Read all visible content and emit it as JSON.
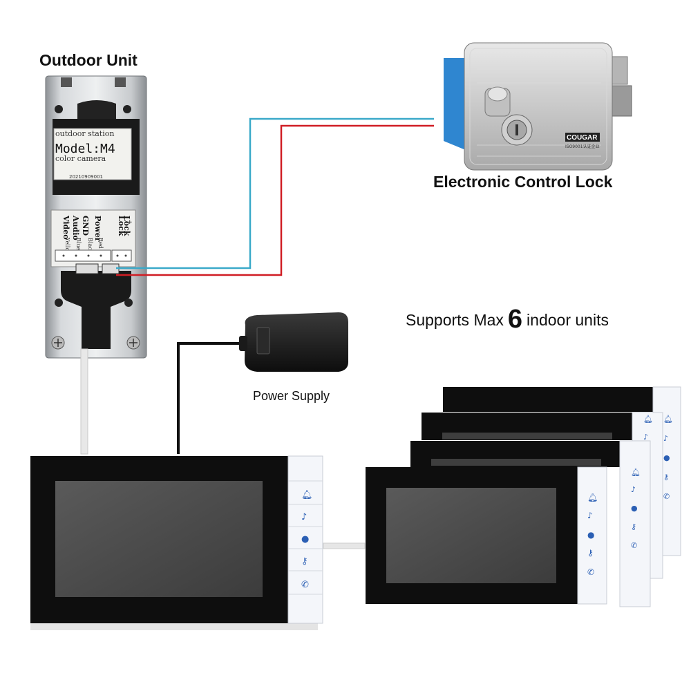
{
  "labels": {
    "outdoor_unit": "Outdoor Unit",
    "lock": "Electronic Control Lock",
    "power_supply": "Power Supply",
    "supports_prefix": "Supports Max",
    "supports_count": "6",
    "supports_suffix": "indoor units"
  },
  "outdoor_panel": {
    "sticker_top": "outdoor station",
    "model": "Model:M4",
    "camera": "color camera",
    "serial": "20210909001",
    "terminals": [
      "Video",
      "Audio",
      "GND",
      "Power",
      "Lock",
      "Lock"
    ],
    "terminal_signs": [
      "-",
      "+"
    ],
    "wire_colors": [
      "Yellow",
      "Blue",
      "Black",
      "Red"
    ]
  },
  "lock_brand": {
    "name": "COUGAR",
    "cert": "ISO9001认证企业"
  },
  "monitor_buttons": [
    "bell-icon",
    "music-icon",
    "user-icon",
    "key-icon",
    "phone-icon"
  ],
  "colors": {
    "wire_blue": "#3aa9c9",
    "wire_red": "#d01d24",
    "wire_black": "#111111",
    "lock_blue": "#2f86d0",
    "button_icon": "#2b5fb4"
  }
}
